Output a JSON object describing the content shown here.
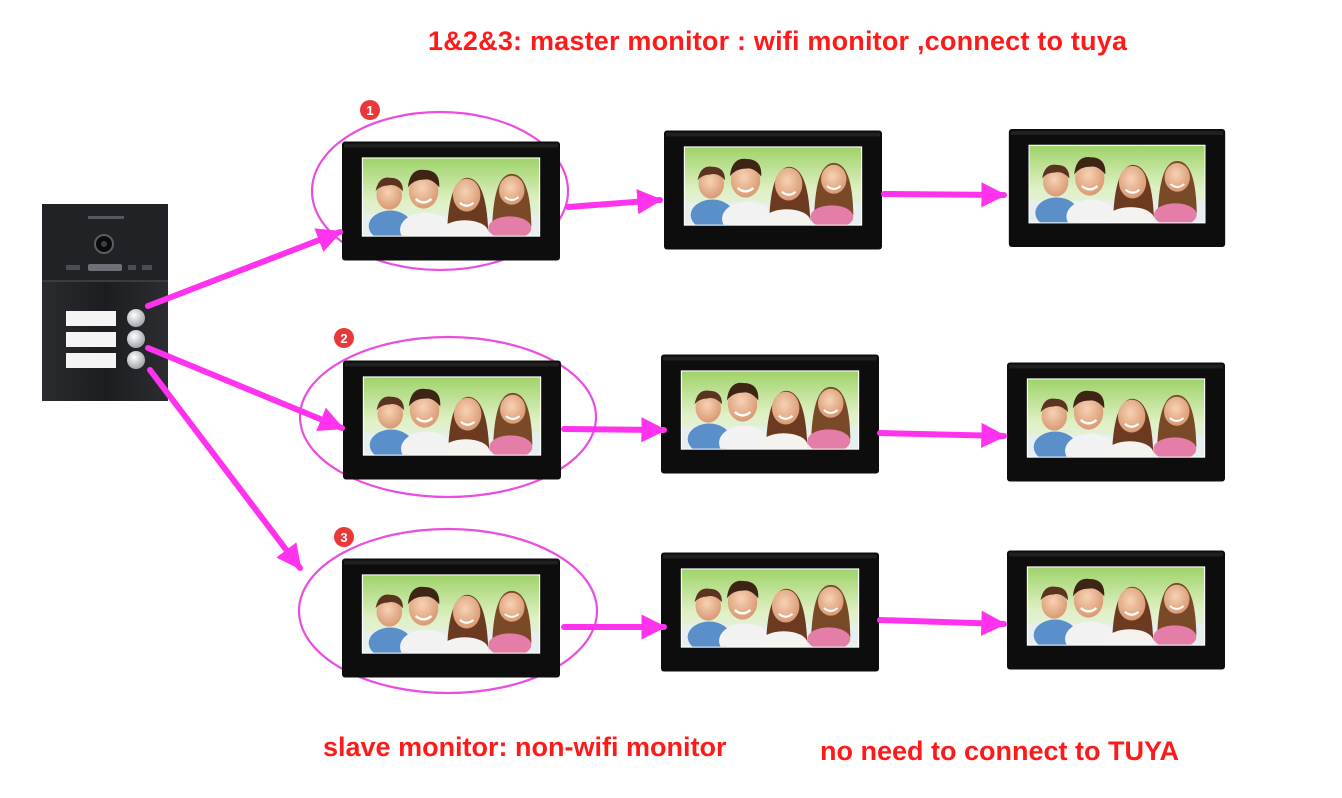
{
  "header": {
    "title_highlight": "1&2&3",
    "title_rest": ": master monitor : wifi monitor ,connect to tuya"
  },
  "footer": {
    "slave_caption": "slave monitor: non-wifi monitor",
    "tuya_caption": "no need to connect to  TUYA"
  },
  "badges": [
    "1",
    "2",
    "3"
  ],
  "colors": {
    "caption_red": "#ff1a1a",
    "arrow_magenta": "#ff33ee",
    "ellipse_magenta": "#e84ee0",
    "badge_red": "#e8383a",
    "monitor_frame": "#0d0d0d",
    "door_panel": "#1f2124"
  },
  "rows": [
    {
      "label": "master-row-1",
      "monitors": [
        "master",
        "slave",
        "slave"
      ]
    },
    {
      "label": "master-row-2",
      "monitors": [
        "master",
        "slave",
        "slave"
      ]
    },
    {
      "label": "master-row-3",
      "monitors": [
        "master",
        "slave",
        "slave"
      ]
    }
  ]
}
